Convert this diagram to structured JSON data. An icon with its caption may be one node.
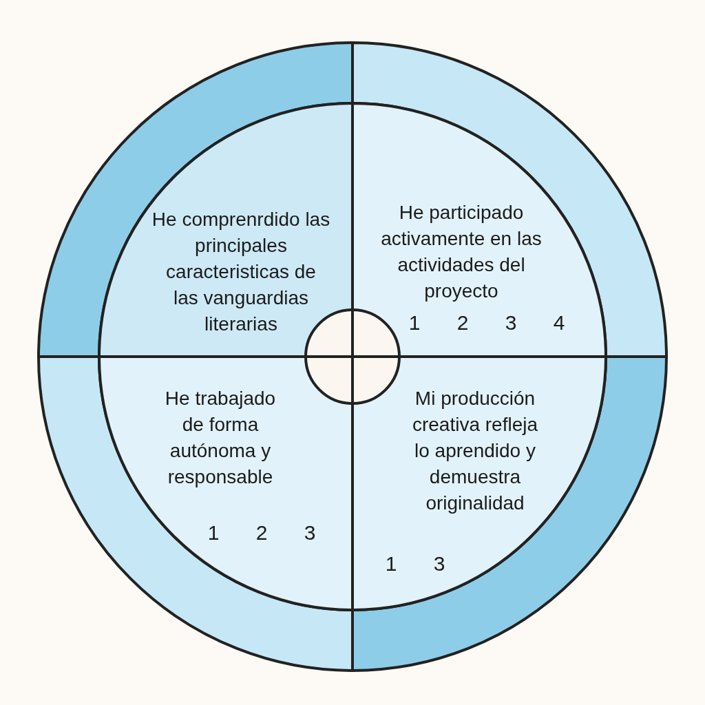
{
  "diagram": {
    "nodes": [
      {
        "text": [
          "He comprenrdido las principales caracteristicas de las vanguardias literarias"
        ]
      },
      {
        "text": [
          "He participado activamente en las actividades del proyecto",
          "1",
          "2",
          "3",
          "4"
        ]
      },
      {
        "text": [],
        "shape": "circle"
      },
      {
        "text": [
          "He trabajado de forma autónoma y responsable",
          "1",
          "2",
          "3"
        ]
      },
      {
        "text": [
          "Mi producción creativa refleja lo aprendido y demuestra originalidad",
          "1",
          "3"
        ]
      }
    ]
  }
}
